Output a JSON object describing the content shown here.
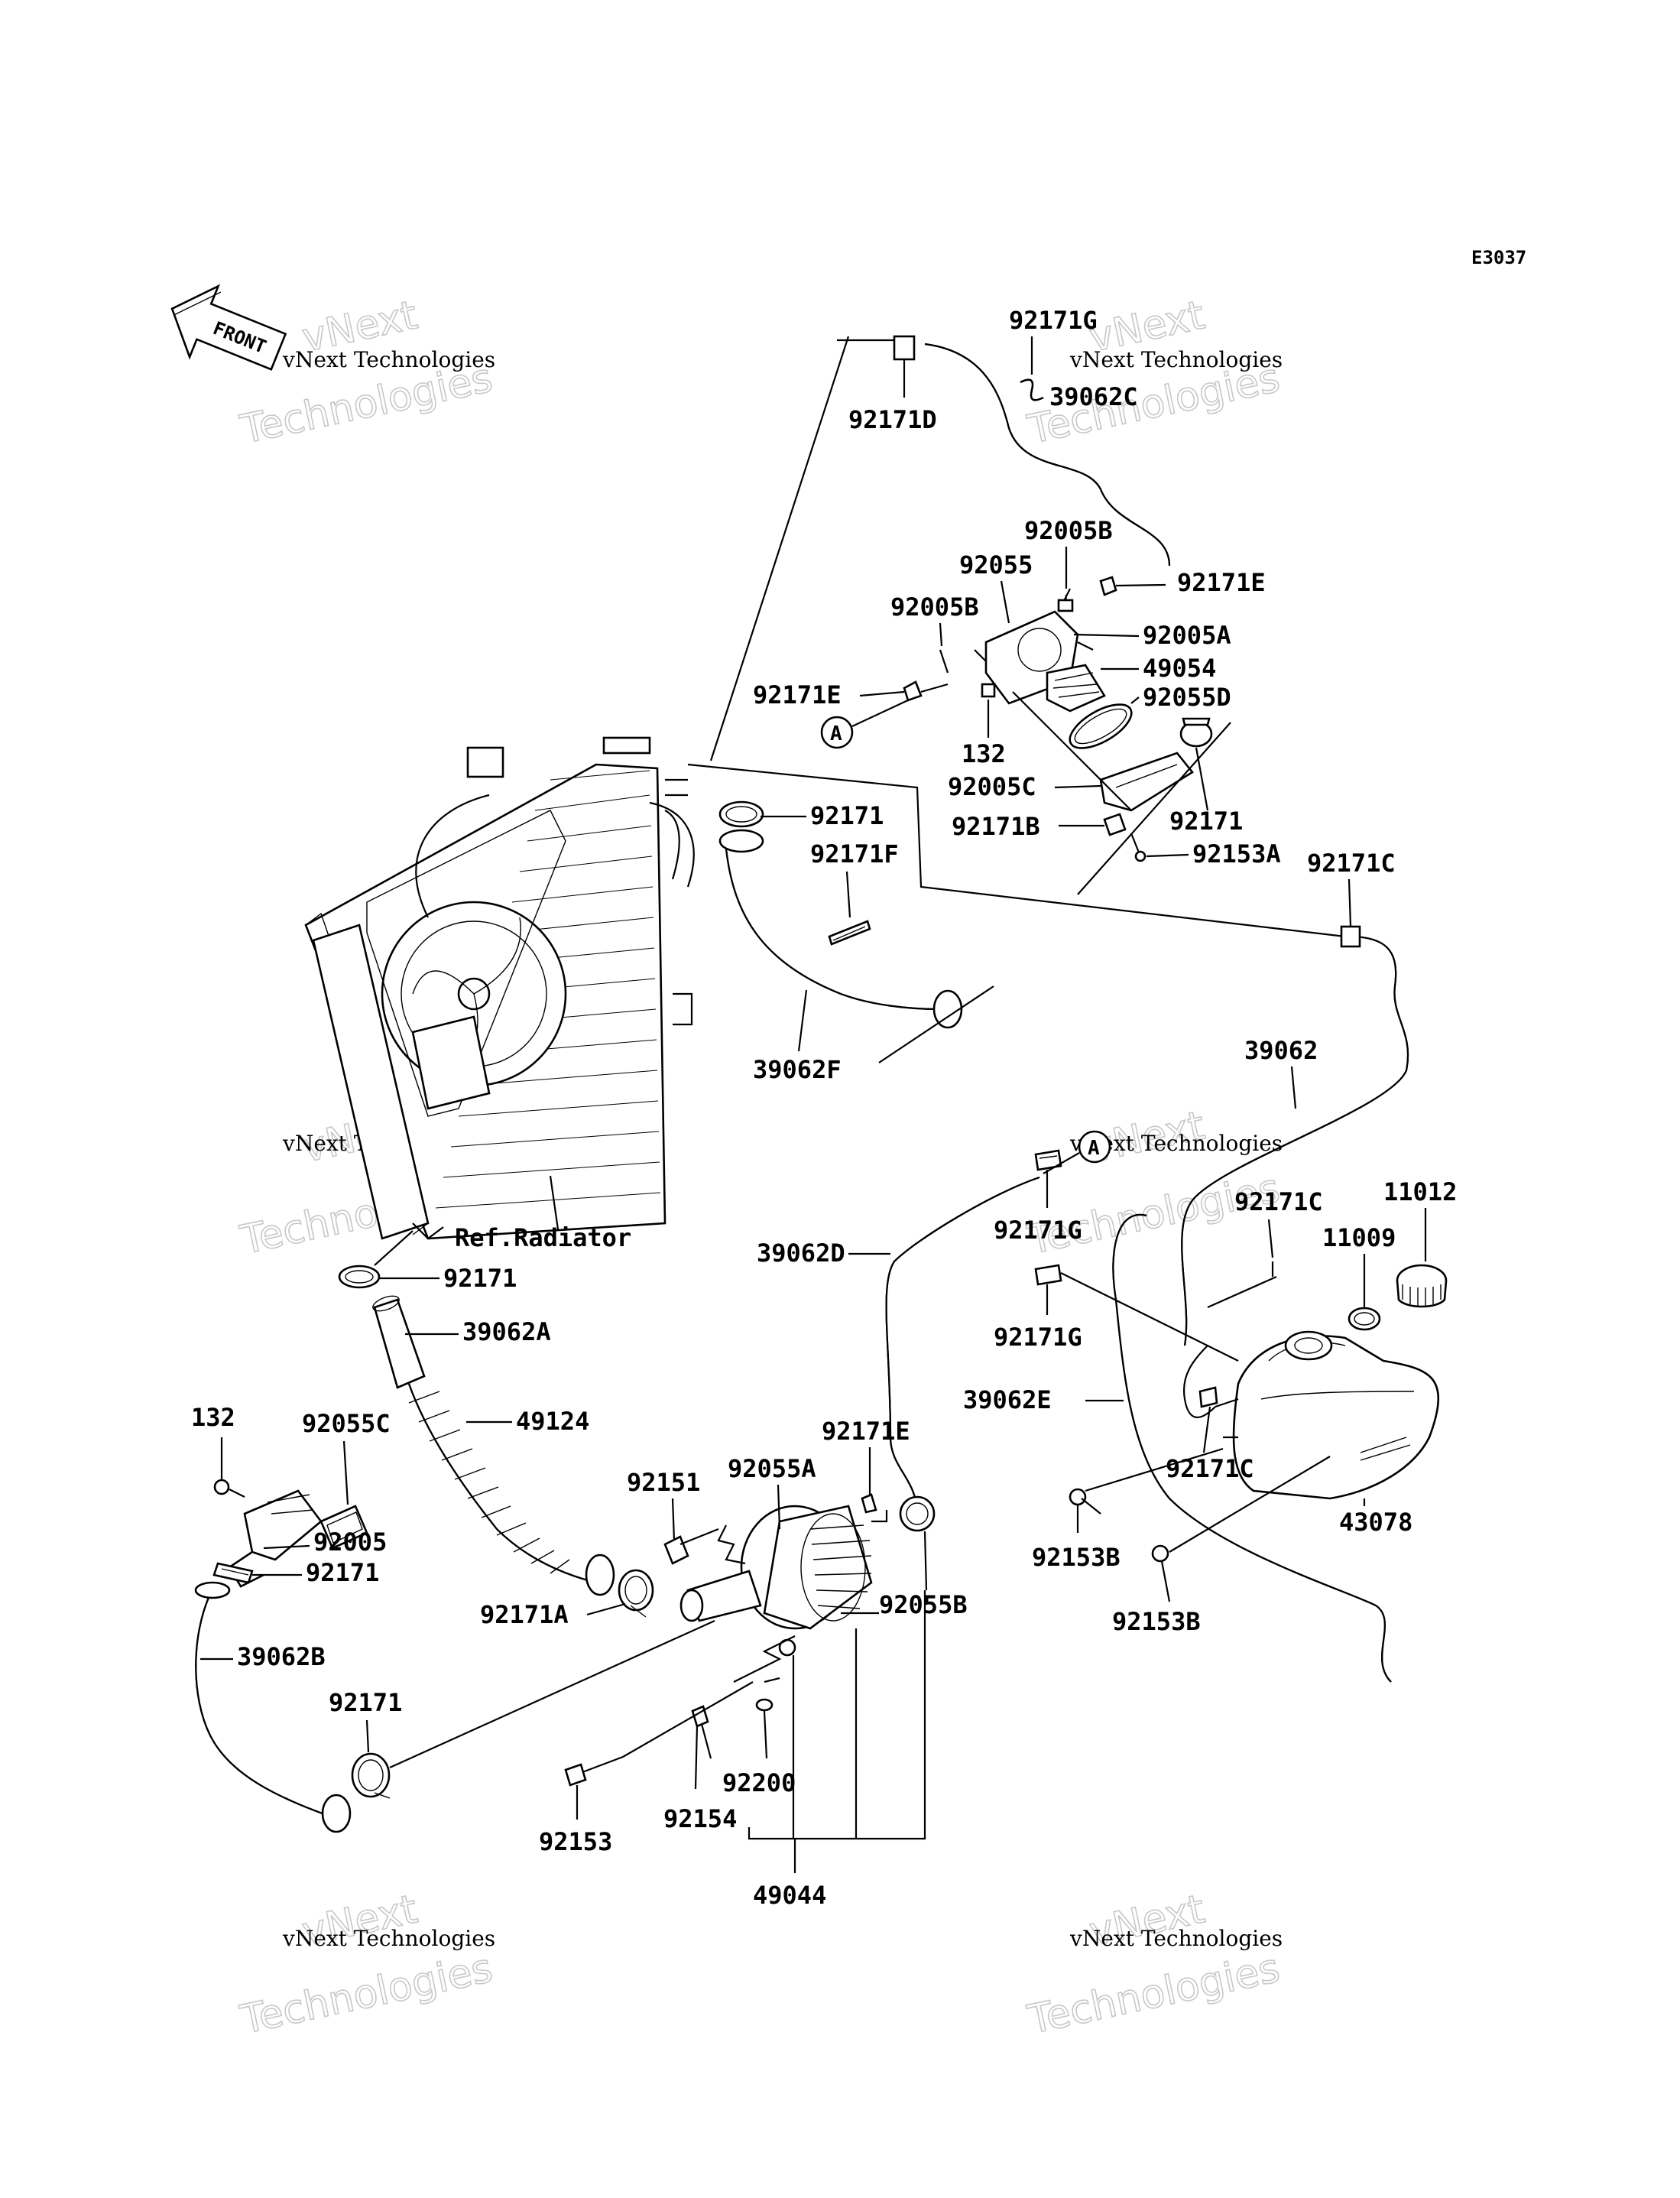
{
  "diagram_code": "E3037",
  "front_label": "FRONT",
  "watermark": {
    "line1": "vNext",
    "line2": "vNext Technologies",
    "line3": "Technologies"
  },
  "labels": {
    "p92171G_top": "92171G",
    "p92171D": "92171D",
    "p39062C": "39062C",
    "p92005B_a": "92005B",
    "p92055": "92055",
    "p92171E_top": "92171E",
    "p92005B_b": "92005B",
    "p92005A": "92005A",
    "p49054": "49054",
    "p92171E_left": "92171E",
    "p92055D": "92055D",
    "p132_top": "132",
    "p92005C": "92005C",
    "p92171_top": "92171",
    "p92171_right": "92171",
    "p92171B": "92171B",
    "p92153A": "92153A",
    "p92171F": "92171F",
    "p92171C_top": "92171C",
    "p39062F": "39062F",
    "p39062": "39062",
    "ref_radiator": "Ref.Radiator",
    "p39062D": "39062D",
    "p92171G_mid1": "92171G",
    "p92171C_mid": "92171C",
    "p11012": "11012",
    "p11009": "11009",
    "p92171G_mid2": "92171G",
    "p92171_rad": "92171",
    "p39062A": "39062A",
    "p39062E": "39062E",
    "p49124": "49124",
    "p132_left": "132",
    "p92055C": "92055C",
    "p92171E_pump": "92171E",
    "p92151": "92151",
    "p92055A": "92055A",
    "p92171C_low": "92171C",
    "p92005": "92005",
    "p92171_left": "92171",
    "p92171A": "92171A",
    "p92055B": "92055B",
    "p92153B_a": "92153B",
    "p43078": "43078",
    "p39062B": "39062B",
    "p92153B_b": "92153B",
    "p92171_bottom": "92171",
    "p92200": "92200",
    "p92154": "92154",
    "p92153": "92153",
    "p49044": "49044",
    "callout_A": "A"
  }
}
